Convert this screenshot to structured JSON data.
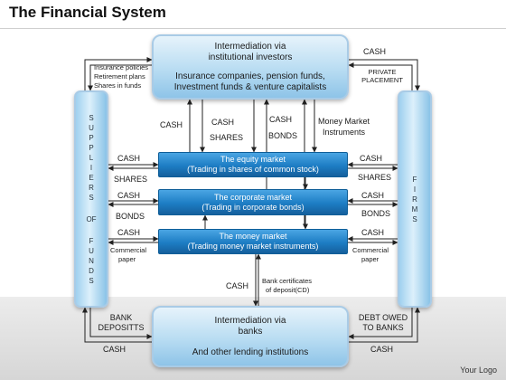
{
  "title": "The Financial System",
  "boxes": {
    "institutional": {
      "line1": "Intermediation via",
      "line2": "institutional investors",
      "line3": "Insurance companies, pension funds,",
      "line4": "Investment funds & venture capitalists"
    },
    "banks": {
      "line1": "Intermediation via",
      "line2": "banks",
      "line3": "And other lending institutions"
    }
  },
  "suppliers_column": [
    "S",
    "U",
    "P",
    "P",
    "L",
    "I",
    "E",
    "R",
    "S",
    "",
    "OF",
    "",
    "F",
    "U",
    "N",
    "D",
    "S"
  ],
  "firms_column": [
    "F",
    "I",
    "R",
    "M",
    "S"
  ],
  "markets": [
    {
      "name": "The equity market",
      "detail": "(Trading in shares of common stock)"
    },
    {
      "name": "The corporate market",
      "detail": "(Trading in corporate bonds)"
    },
    {
      "name": "The money market",
      "detail": "(Trading money market instruments)"
    }
  ],
  "labels": {
    "insurance_list": [
      "Insurance policies",
      "Retirement plans",
      "Shares in funds"
    ],
    "cash": "CASH",
    "shares": "SHARES",
    "bonds": "BONDS",
    "private_placement": [
      "PRIVATE",
      "PLACEMENT"
    ],
    "money_market_instruments": [
      "Money Market",
      "Instruments"
    ],
    "commercial_paper": [
      "Commercial",
      "paper"
    ],
    "bank_certificates": [
      "Bank certificates",
      "of deposit(CD)"
    ],
    "bank_deposits": [
      "BANK",
      "DEPOSITTS"
    ],
    "debt_owed": [
      "DEBT OWED",
      "TO BANKS"
    ]
  },
  "brand": "Your Logo",
  "colors": {
    "box_fill": "#b8dcf2",
    "market_fill": "#1d7dc4",
    "arrow": "#222222"
  }
}
